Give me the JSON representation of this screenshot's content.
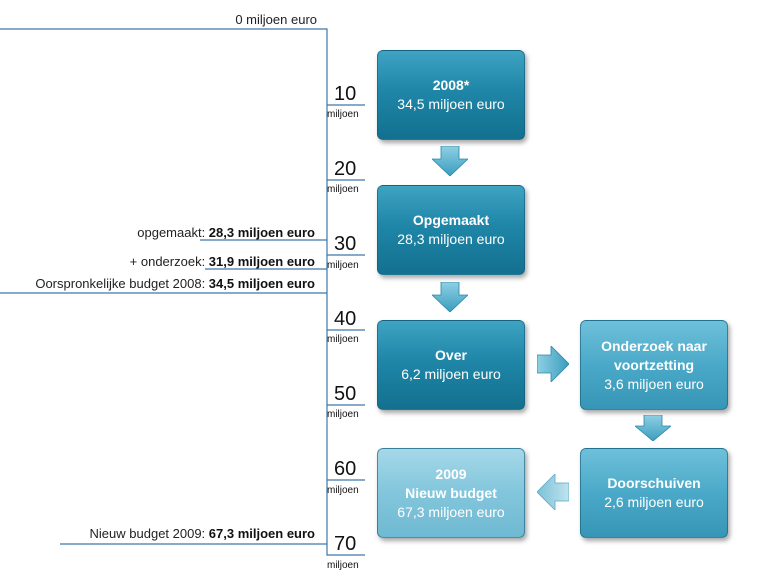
{
  "scale": {
    "top_label": "0 miljoen euro",
    "ticks": [
      {
        "num": "10",
        "unit": "miljoen"
      },
      {
        "num": "20",
        "unit": "miljoen"
      },
      {
        "num": "30",
        "unit": "miljoen"
      },
      {
        "num": "40",
        "unit": "miljoen"
      },
      {
        "num": "50",
        "unit": "miljoen"
      },
      {
        "num": "60",
        "unit": "miljoen"
      },
      {
        "num": "70",
        "unit": "miljoen"
      }
    ],
    "markers": [
      {
        "prefix": "opgemaakt: ",
        "value": "28,3 miljoen euro"
      },
      {
        "prefix": "+ onderzoek: ",
        "value": "31,9 miljoen euro"
      },
      {
        "prefix": "Oorspronkelijke budget 2008: ",
        "value": "34,5 miljoen euro"
      },
      {
        "prefix": "Nieuw budget 2009: ",
        "value": "67,3 miljoen euro"
      }
    ]
  },
  "boxes": {
    "b2008": {
      "title": "2008*",
      "line": "34,5 miljoen euro"
    },
    "opgemaakt": {
      "title": "Opgemaakt",
      "line": "28,3 miljoen euro"
    },
    "over": {
      "title": "Over",
      "line": "6,2 miljoen euro"
    },
    "onderzoek": {
      "title1": "Onderzoek naar",
      "title2": "voortzetting",
      "line": "3,6 miljoen euro"
    },
    "doorschuiven": {
      "title": "Doorschuiven",
      "line": "2,6 miljoen euro"
    },
    "b2009": {
      "title1": "2009",
      "title2": "Nieuw budget",
      "line": "67,3 miljoen euro"
    }
  },
  "colors": {
    "dark": "#1f86a8",
    "mid": "#4aa9c8",
    "light": "#82c6dc",
    "scale_line": "#3d78a8"
  }
}
